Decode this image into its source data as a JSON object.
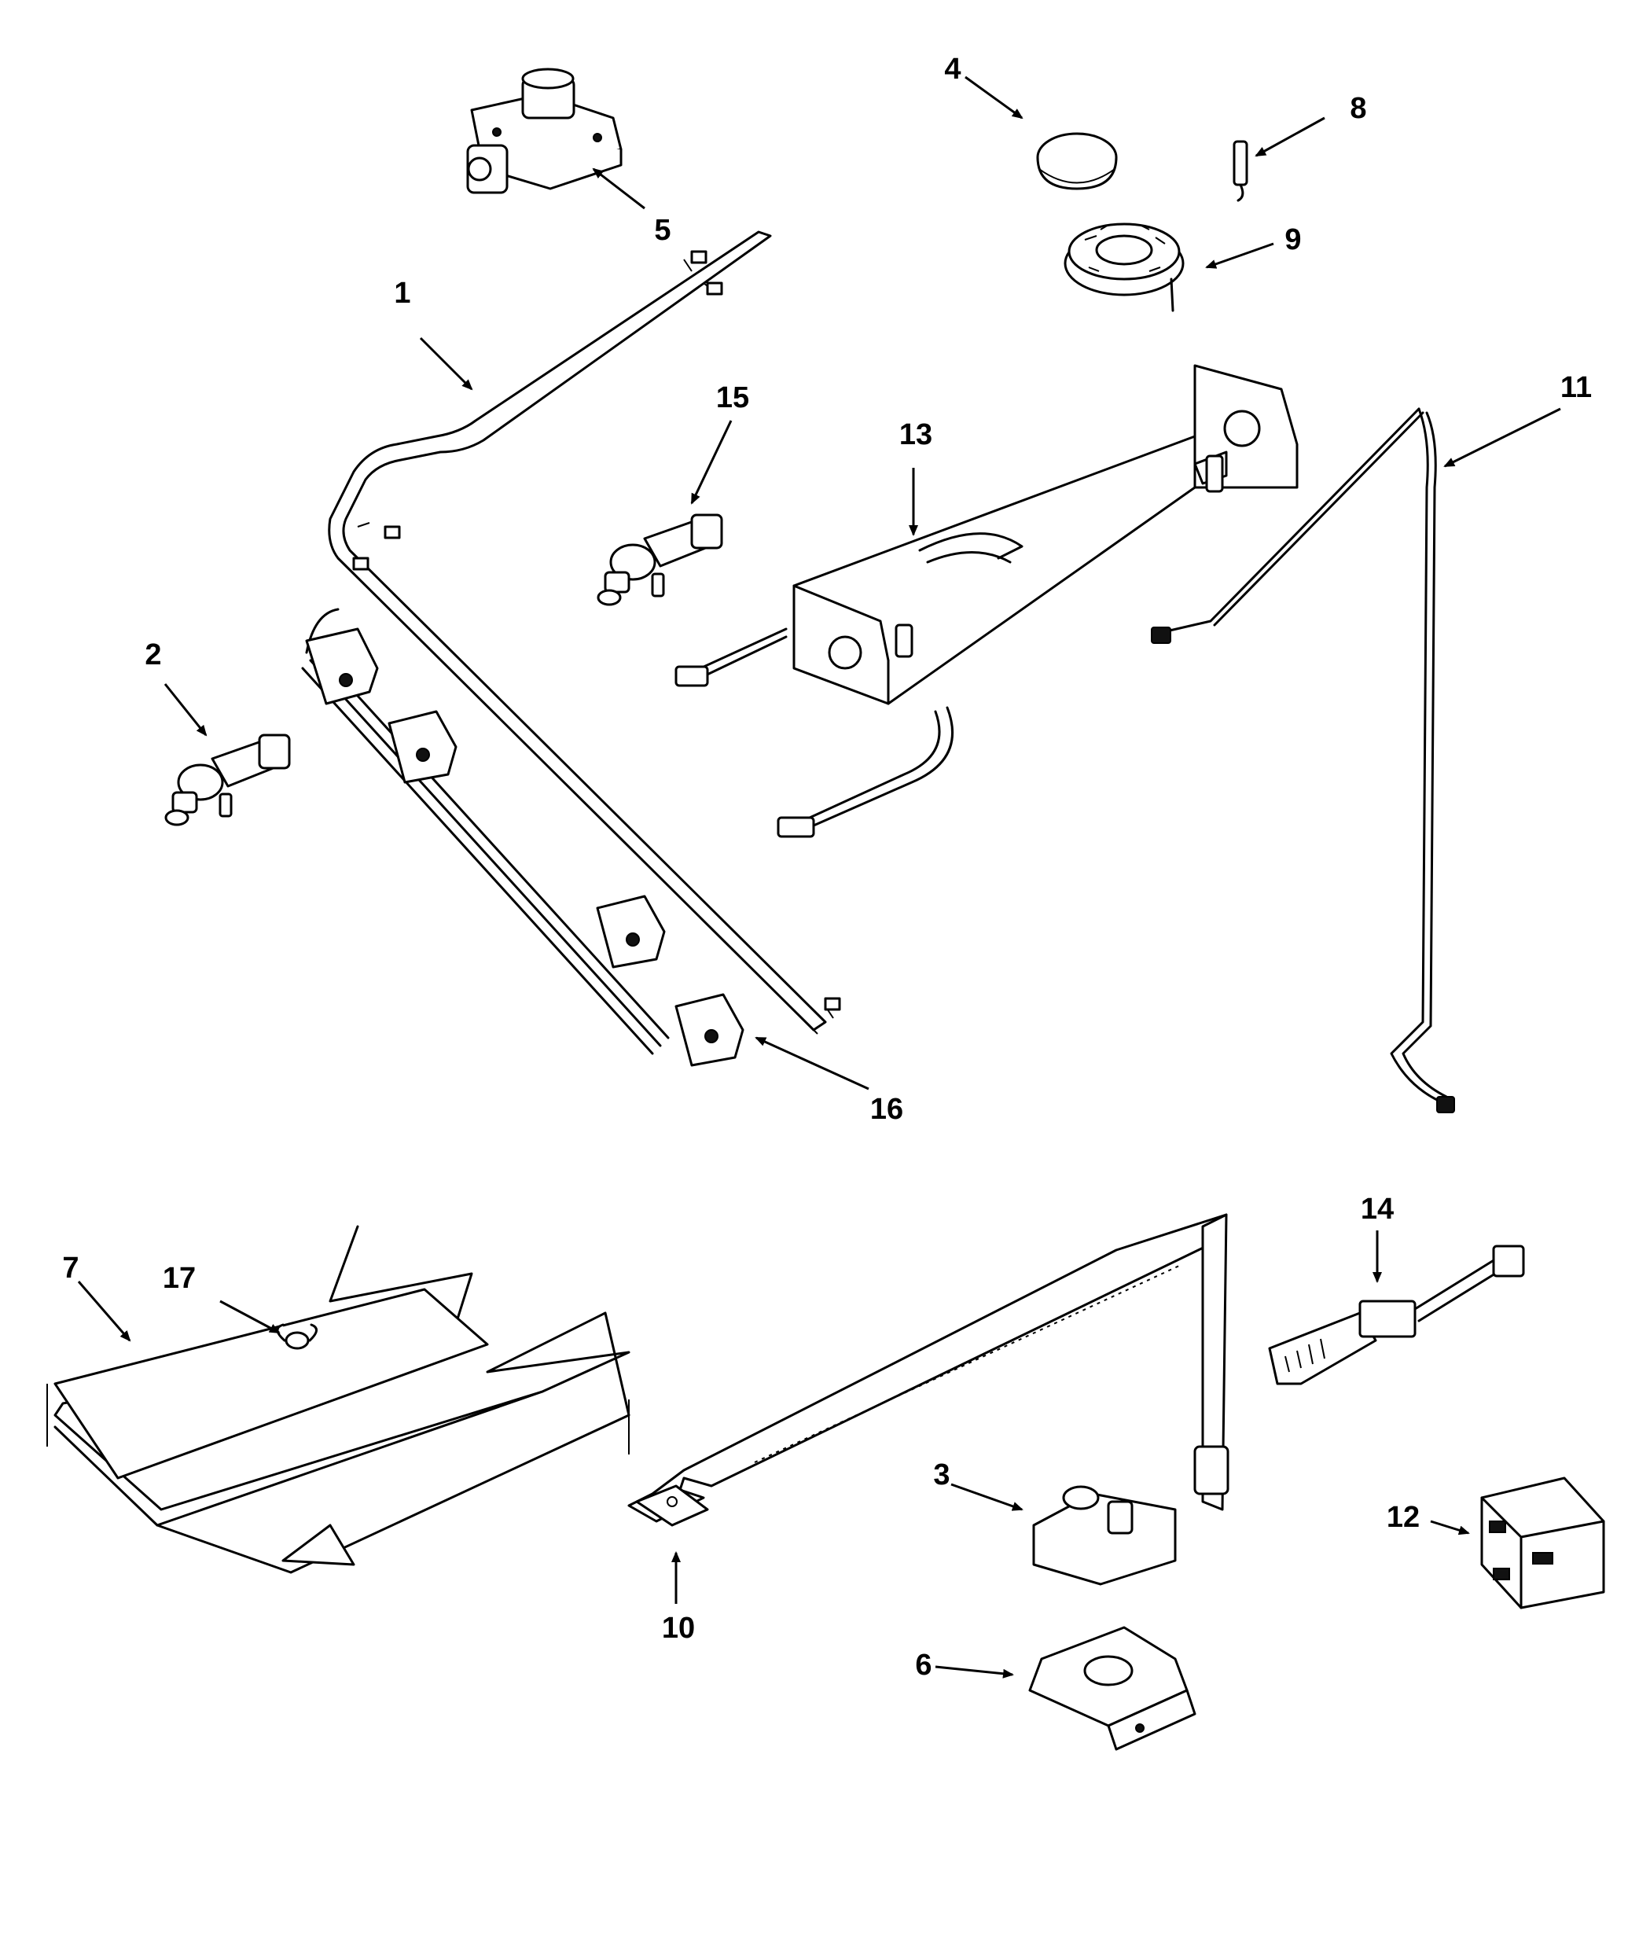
{
  "callouts": {
    "c1": "1",
    "c2": "2",
    "c3": "3",
    "c4": "4",
    "c5": "5",
    "c6": "6",
    "c7": "7",
    "c8": "8",
    "c9": "9",
    "c10": "10",
    "c11": "11",
    "c12": "12",
    "c13": "13",
    "c14": "14",
    "c15": "15",
    "c16": "16",
    "c17": "17"
  },
  "parts": [
    {
      "callout": "1",
      "icon": "manifold-pipe-icon"
    },
    {
      "callout": "2",
      "icon": "gas-valve-icon"
    },
    {
      "callout": "3",
      "icon": "safety-valve-icon"
    },
    {
      "callout": "4",
      "icon": "burner-cap-icon"
    },
    {
      "callout": "5",
      "icon": "pressure-regulator-icon"
    },
    {
      "callout": "6",
      "icon": "mounting-bracket-icon"
    },
    {
      "callout": "7",
      "icon": "heat-shield-icon"
    },
    {
      "callout": "8",
      "icon": "electrode-icon"
    },
    {
      "callout": "9",
      "icon": "burner-head-icon"
    },
    {
      "callout": "10",
      "icon": "oven-burner-tube-icon"
    },
    {
      "callout": "11",
      "icon": "wire-harness-icon"
    },
    {
      "callout": "12",
      "icon": "spark-module-icon"
    },
    {
      "callout": "13",
      "icon": "burner-box-icon"
    },
    {
      "callout": "14",
      "icon": "oven-igniter-icon"
    },
    {
      "callout": "15",
      "icon": "gas-valve-icon"
    },
    {
      "callout": "16",
      "icon": "switch-harness-icon"
    },
    {
      "callout": "17",
      "icon": "wing-nut-icon"
    }
  ],
  "colors": {
    "line": "#000000",
    "background": "#ffffff"
  }
}
